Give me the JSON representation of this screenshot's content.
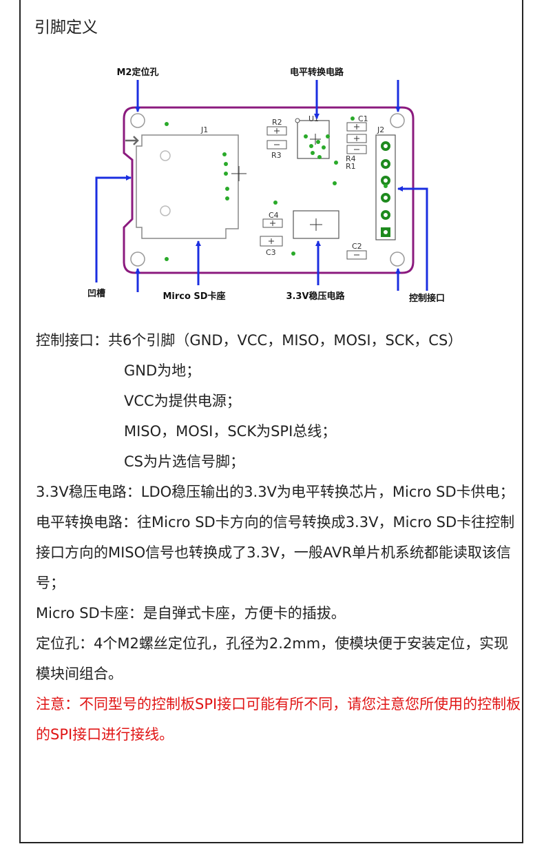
{
  "heading": "引脚定义",
  "diagram": {
    "labels": {
      "m2_hole": "M2定位孔",
      "level_shift": "电平转换电路",
      "groove": "凹槽",
      "sd_socket": "Mirco SD卡座",
      "ldo": "3.3V稳压电路",
      "ctrl_port": "控制接口"
    },
    "silkscreen": {
      "j1": "J1",
      "j2": "J2",
      "u1": "U1",
      "r1": "R1",
      "r2": "R2",
      "r3": "R3",
      "r4": "R4",
      "c1": "C1",
      "c2": "C2",
      "c3": "C3",
      "c4": "C4"
    },
    "colors": {
      "board_outline": "#8b1a7e",
      "arrow": "#1a2ee0",
      "via": "#2aaa2a",
      "pad": "#1e8a1e"
    }
  },
  "description": {
    "ctrl_title": "控制接口：共6个引脚（GND，VCC，MISO，MOSI，SCK，CS）",
    "ctrl_gnd": "GND为地；",
    "ctrl_vcc": "VCC为提供电源；",
    "ctrl_spi": "MISO，MOSI，SCK为SPI总线；",
    "ctrl_cs": "CS为片选信号脚；",
    "ldo": "3.3V稳压电路：LDO稳压输出的3.3V为电平转换芯片，Micro SD卡供电；",
    "level": "电平转换电路：往Micro SD卡方向的信号转换成3.3V，Micro SD卡往控制接口方向的MISO信号也转换成了3.3V，一般AVR单片机系统都能读取该信号；",
    "socket": "Micro SD卡座：是自弹式卡座，方便卡的插拔。",
    "holes": "定位孔：4个M2螺丝定位孔，孔径为2.2mm，使模块便于安装定位，实现模块间组合。",
    "warning": "注意：不同型号的控制板SPI接口可能有所不同，请您注意您所使用的控制板的SPI接口进行接线。"
  }
}
